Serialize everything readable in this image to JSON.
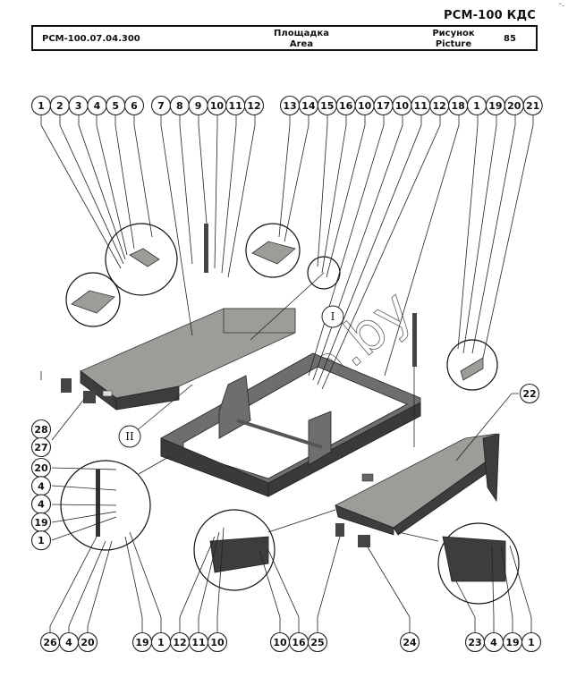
{
  "header": {
    "doc_code": "РСМ-100 КДС",
    "corner_mark": "“–",
    "part_number": "РСМ-100.07.04.300",
    "name_ru": "Площадка",
    "name_en": "Area",
    "picture_label_ru": "Рисунок",
    "picture_label_en": "Picture",
    "picture_number": "85"
  },
  "callouts": {
    "top_left": [
      "1",
      "2",
      "3",
      "4",
      "5",
      "6"
    ],
    "top_middle": [
      "7",
      "8",
      "9",
      "10",
      "11",
      "12"
    ],
    "top_right": [
      "13",
      "14",
      "15",
      "16",
      "10",
      "17",
      "10",
      "11",
      "12",
      "18",
      "1",
      "19",
      "20",
      "21"
    ],
    "left_side": [
      "28",
      "27",
      "20",
      "4",
      "4",
      "19",
      "1"
    ],
    "bottom_left": [
      "26",
      "4",
      "20"
    ],
    "bottom_middle": [
      "19",
      "1",
      "12",
      "11",
      "10"
    ],
    "bottom_center": [
      "10",
      "16",
      "25"
    ],
    "bottom_single": "24",
    "bottom_right": [
      "23",
      "4",
      "19",
      "1"
    ],
    "right_single": "22"
  },
  "view_labels": {
    "view_1": "I",
    "view_2": "II"
  },
  "watermark": {
    "text": "mirga.by"
  }
}
